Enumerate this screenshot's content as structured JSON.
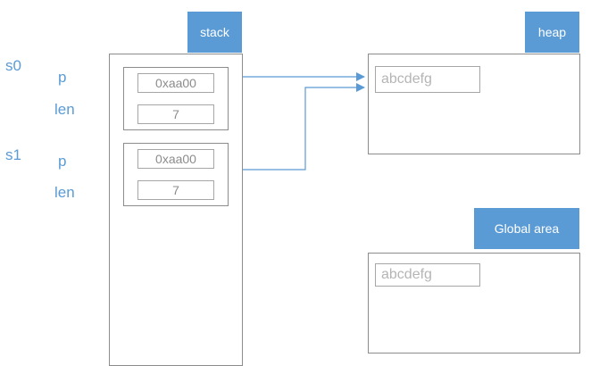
{
  "labels": {
    "stack": "stack",
    "heap": "heap",
    "global_area": "Global area"
  },
  "structs": [
    {
      "name": "s0",
      "fields": [
        {
          "label": "p",
          "value": "0xaa00"
        },
        {
          "label": "len",
          "value": "7"
        }
      ]
    },
    {
      "name": "s1",
      "fields": [
        {
          "label": "p",
          "value": "0xaa00"
        },
        {
          "label": "len",
          "value": "7"
        }
      ]
    }
  ],
  "heap_content": "abcdefg",
  "global_content": "abcdefg",
  "colors": {
    "accent": "#5b9bd5",
    "border": "#8c8c8c",
    "muted_text": "#b5b5b5"
  }
}
